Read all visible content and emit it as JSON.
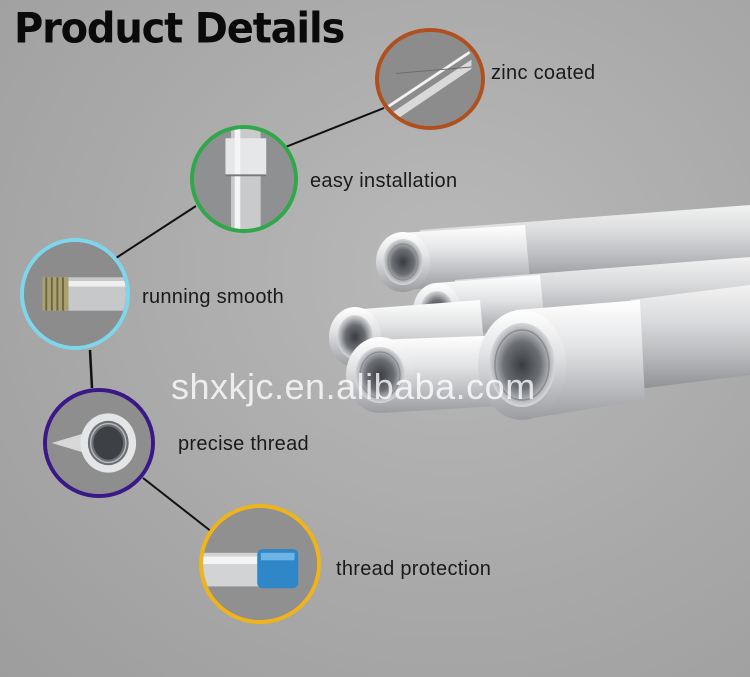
{
  "title": "Product Details",
  "watermark": "shxkjc.en.alibaba.com",
  "features": [
    {
      "label": "zinc coated",
      "icon": "zinc-coated-pipe-closeup",
      "ring_color": "#b0501e"
    },
    {
      "label": "easy installation",
      "icon": "pipe-joint-closeup",
      "ring_color": "#2fa84a"
    },
    {
      "label": "running smooth",
      "icon": "threaded-end-closeup",
      "ring_color": "#7fd6ec"
    },
    {
      "label": "precise thread",
      "icon": "inner-thread-closeup",
      "ring_color": "#3a1888"
    },
    {
      "label": "thread protection",
      "icon": "blue-cap-closeup",
      "ring_color": "#f0b418"
    }
  ],
  "hero_image": "galvanized-steel-conduit-pipes"
}
